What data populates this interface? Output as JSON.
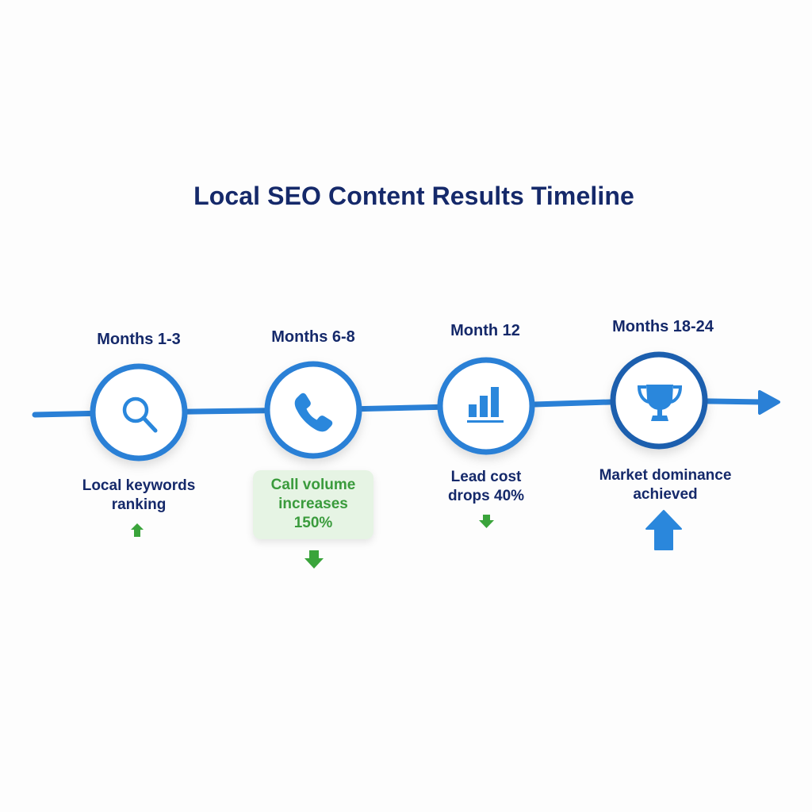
{
  "title": "Local SEO Content Results Timeline",
  "colors": {
    "title": "#15296a",
    "line": "#2a80d6",
    "ring": "#2a80d6",
    "ring_final": "#1b5fae",
    "icon": "#2a87dc",
    "green": "#3aa43b",
    "highlight_bg": "#e6f4e4",
    "highlight_text": "#3a9b3c"
  },
  "stages": [
    {
      "label": "Months 1-3",
      "icon": "search-icon",
      "description": [
        "Local keywords",
        "ranking"
      ],
      "trend": "up",
      "trend_color": "green",
      "trend_size": "small"
    },
    {
      "label": "Months 6-8",
      "icon": "phone-icon",
      "description": [
        "Call volume",
        "increases",
        "150%"
      ],
      "highlighted": true,
      "trend": "down",
      "trend_color": "green",
      "trend_size": "medium"
    },
    {
      "label": "Month 12",
      "icon": "bar-chart-icon",
      "description": [
        "Lead cost",
        "drops 40%"
      ],
      "trend": "down",
      "trend_color": "green",
      "trend_size": "small"
    },
    {
      "label": "Months 18-24",
      "icon": "trophy-icon",
      "description": [
        "Market dominance",
        "achieved"
      ],
      "trend": "up",
      "trend_color": "blue",
      "trend_size": "large"
    }
  ]
}
